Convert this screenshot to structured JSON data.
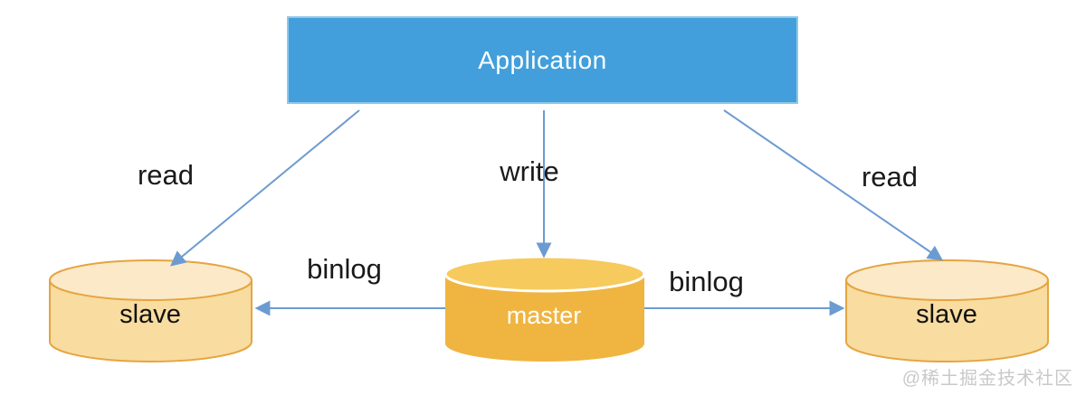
{
  "diagram": {
    "title_node": {
      "label": "Application"
    },
    "nodes": {
      "slave_left": {
        "label": "slave",
        "type": "database-cylinder"
      },
      "master": {
        "label": "master",
        "type": "database-cylinder"
      },
      "slave_right": {
        "label": "slave",
        "type": "database-cylinder"
      }
    },
    "edges": {
      "read_left": {
        "label": "read",
        "from": "application",
        "to": "slave_left"
      },
      "write": {
        "label": "write",
        "from": "application",
        "to": "master"
      },
      "read_right": {
        "label": "read",
        "from": "application",
        "to": "slave_right"
      },
      "binlog_left": {
        "label": "binlog",
        "from": "master",
        "to": "slave_left"
      },
      "binlog_right": {
        "label": "binlog",
        "from": "master",
        "to": "slave_right"
      }
    },
    "colors": {
      "application_fill": "#429fdb",
      "application_border": "#8ec7ea",
      "application_text": "#ffffff",
      "master_body": "#f0b441",
      "master_top": "#f6ca5d",
      "master_top_stroke": "#ffffff",
      "slave_body": "#f8dca0",
      "slave_top": "#fbe9c8",
      "slave_stroke": "#e5a440",
      "arrow": "#6c9bd2",
      "label_text": "#1a1a1a",
      "watermark_text": "#c9c9c9"
    },
    "watermark": "@稀土掘金技术社区"
  }
}
